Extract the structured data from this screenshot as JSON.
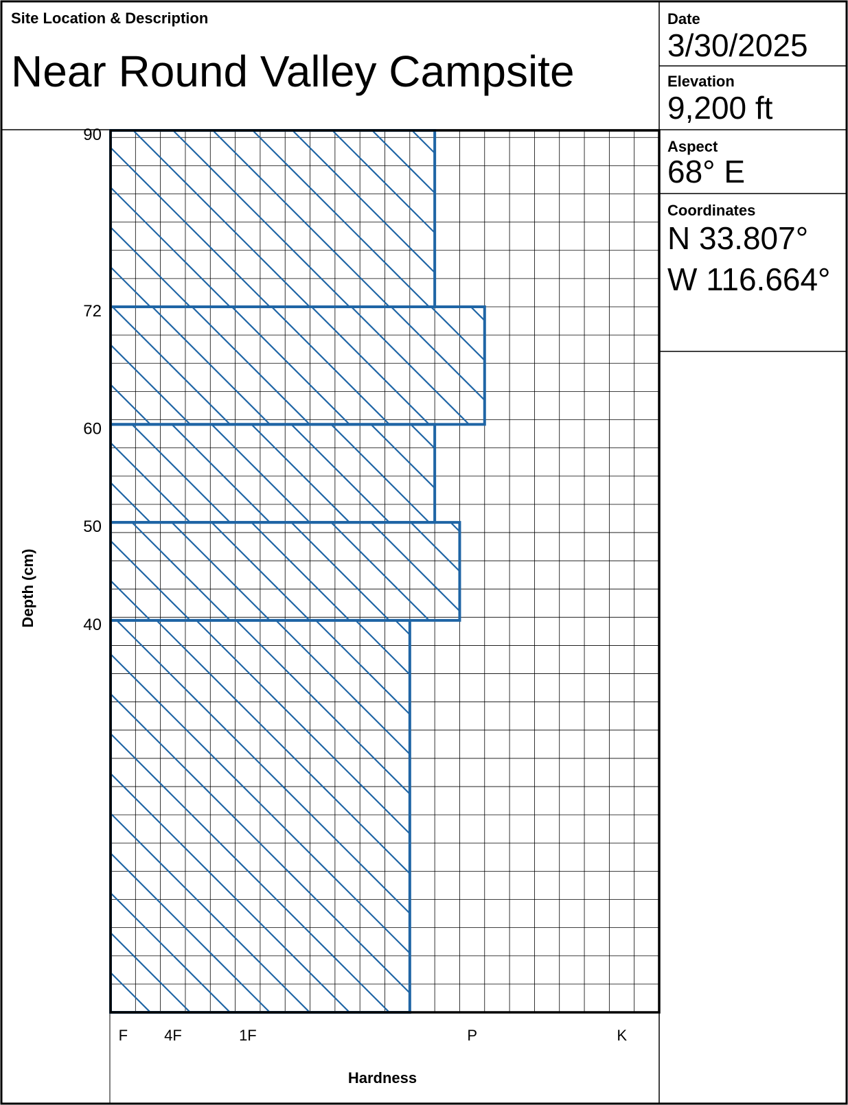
{
  "header": {
    "site_label": "Site Location & Description",
    "site_name": "Near Round Valley Campsite",
    "date_label": "Date",
    "date_value": "3/30/2025",
    "elevation_label": "Elevation",
    "elevation_value": "9,200 ft",
    "aspect_label": "Aspect",
    "aspect_value": "68° E",
    "coordinates_label": "Coordinates",
    "coordinates_lat": "N 33.807°",
    "coordinates_lon": "W 116.664°"
  },
  "colors": {
    "layer": "#1f65a5",
    "grid": "#000000",
    "frame": "#000000"
  },
  "chart_data": {
    "type": "snow-profile-hardness",
    "xlabel": "Hardness",
    "ylabel": "Depth (cm)",
    "ylim": [
      0,
      90
    ],
    "y_ticks": [
      90,
      72,
      60,
      50,
      40
    ],
    "x_ticks": [
      {
        "label": "F",
        "value": 1
      },
      {
        "label": "4F",
        "value": 3
      },
      {
        "label": "1F",
        "value": 6
      },
      {
        "label": "P",
        "value": 15
      },
      {
        "label": "K",
        "value": 21
      }
    ],
    "xlim": [
      0,
      22
    ],
    "grid": true,
    "layers": [
      {
        "top": 90,
        "bottom": 72,
        "hardness": 13
      },
      {
        "top": 72,
        "bottom": 60,
        "hardness": 15
      },
      {
        "top": 60,
        "bottom": 50,
        "hardness": 13
      },
      {
        "top": 50,
        "bottom": 40,
        "hardness": 14
      },
      {
        "top": 40,
        "bottom": 0,
        "hardness": 12
      }
    ]
  }
}
